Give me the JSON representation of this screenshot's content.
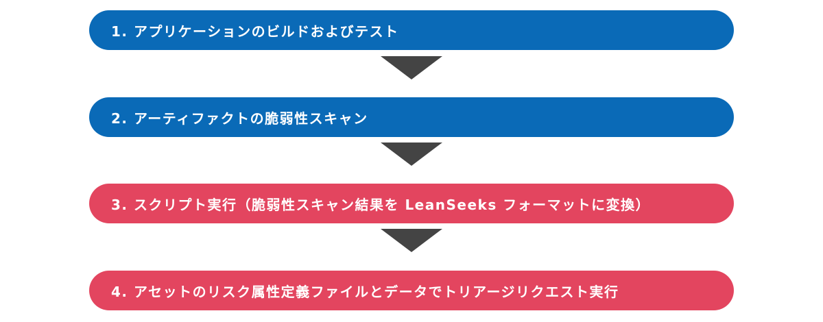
{
  "colors": {
    "blue": "#0a6ab7",
    "red": "#e3455f",
    "arrow": "#444444"
  },
  "steps": [
    {
      "label": "1. アプリケーションのビルドおよびテスト",
      "color": "#0a6ab7"
    },
    {
      "label": "2. アーティファクトの脆弱性スキャン",
      "color": "#0a6ab7"
    },
    {
      "label": "3. スクリプト実行（脆弱性スキャン結果を LeanSeeks フォーマットに変換）",
      "color": "#e3455f"
    },
    {
      "label": "4. アセットのリスク属性定義ファイルとデータでトリアージリクエスト実行",
      "color": "#e3455f"
    }
  ]
}
